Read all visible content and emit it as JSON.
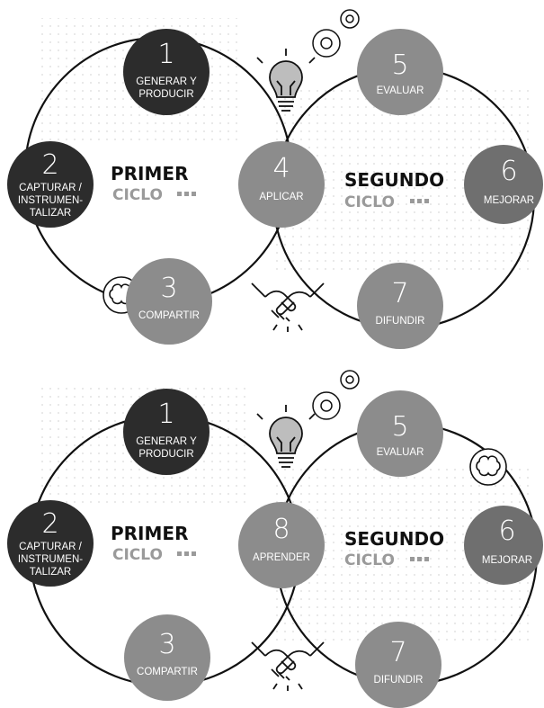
{
  "colors": {
    "dark": "#2c2c2c",
    "mid": "#6f6f6f",
    "light": "#8c8c8c",
    "line": "#111111",
    "dots": "#d6d6d6",
    "accent_gray": "#9a9a9a"
  },
  "cycle_labels": {
    "first_title": "PRIMER",
    "first_sub": "CICLO",
    "second_title": "SEGUNDO",
    "second_sub": "CICLO"
  },
  "top": {
    "nodes": [
      {
        "num": "1",
        "lines": [
          "GENERAR Y",
          "PRODUCIR"
        ],
        "tone": "dark"
      },
      {
        "num": "2",
        "lines": [
          "CAPTURAR /",
          "INSTRUMEN-",
          "TALIZAR"
        ],
        "tone": "dark"
      },
      {
        "num": "3",
        "lines": [
          "COMPARTIR"
        ],
        "tone": "light"
      },
      {
        "num": "4",
        "lines": [
          "APLICAR"
        ],
        "tone": "light"
      },
      {
        "num": "5",
        "lines": [
          "EVALUAR"
        ],
        "tone": "light"
      },
      {
        "num": "6",
        "lines": [
          "MEJORAR"
        ],
        "tone": "mid"
      },
      {
        "num": "7",
        "lines": [
          "DIFUNDIR"
        ],
        "tone": "light"
      }
    ],
    "icons": [
      "lightbulb-icon",
      "gears-icon",
      "handshake-icon",
      "brain-icon"
    ]
  },
  "bottom": {
    "nodes": [
      {
        "num": "1",
        "lines": [
          "GENERAR Y",
          "PRODUCIR"
        ],
        "tone": "dark"
      },
      {
        "num": "2",
        "lines": [
          "CAPTURAR /",
          "INSTRUMEN-",
          "TALIZAR"
        ],
        "tone": "dark"
      },
      {
        "num": "3",
        "lines": [
          "COMPARTIR"
        ],
        "tone": "light"
      },
      {
        "num": "8",
        "lines": [
          "APRENDER"
        ],
        "tone": "light"
      },
      {
        "num": "5",
        "lines": [
          "EVALUAR"
        ],
        "tone": "light"
      },
      {
        "num": "6",
        "lines": [
          "MEJORAR"
        ],
        "tone": "mid"
      },
      {
        "num": "7",
        "lines": [
          "DIFUNDIR"
        ],
        "tone": "light"
      }
    ],
    "icons": [
      "lightbulb-icon",
      "gears-icon",
      "handshake-icon",
      "brain-icon"
    ]
  }
}
